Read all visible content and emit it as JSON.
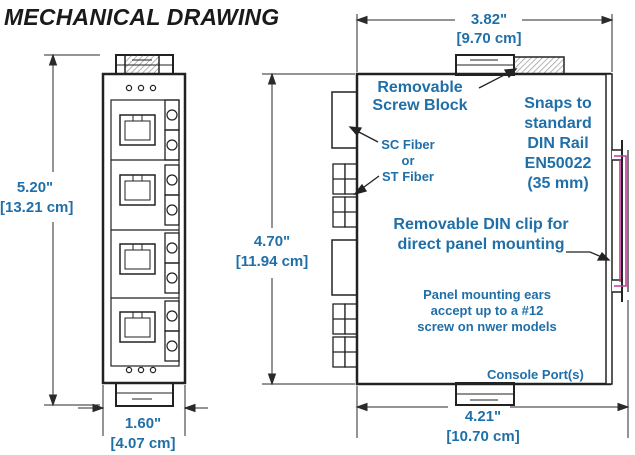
{
  "title": "MECHANICAL DRAWING",
  "colors": {
    "annotation": "#1f6fa8",
    "outline": "#222222",
    "dim_line": "#2a2a2a",
    "clip": "#c23b9b",
    "hatch": "#9a9a9a"
  },
  "front_view": {
    "width": {
      "value": "1.60\"",
      "metric": "[4.07 cm]"
    },
    "height": {
      "value": "5.20\"",
      "metric": "[13.21 cm]"
    },
    "rj45_port_count": 4,
    "fiber_port_count": 8,
    "led_count": 6
  },
  "side_view": {
    "top_depth": {
      "value": "3.82\"",
      "metric": "[9.70 cm]"
    },
    "bottom_depth": {
      "value": "4.21\"",
      "metric": "[10.70 cm]"
    },
    "height": {
      "value": "4.70\"",
      "metric": "[11.94 cm]"
    },
    "callouts": {
      "screw_block": [
        "Removable",
        "Screw Block"
      ],
      "din_rail": [
        "Snaps to",
        "standard",
        "DIN Rail",
        "EN50022",
        "(35 mm)"
      ],
      "fiber": [
        "SC Fiber",
        "or",
        "ST Fiber"
      ],
      "din_clip": [
        "Removable DIN clip for",
        "direct panel mounting"
      ],
      "mounting_ears": [
        "Panel mounting ears",
        "accept up to a #12",
        "screw on nwer models"
      ],
      "console": "Console Port(s)"
    }
  }
}
